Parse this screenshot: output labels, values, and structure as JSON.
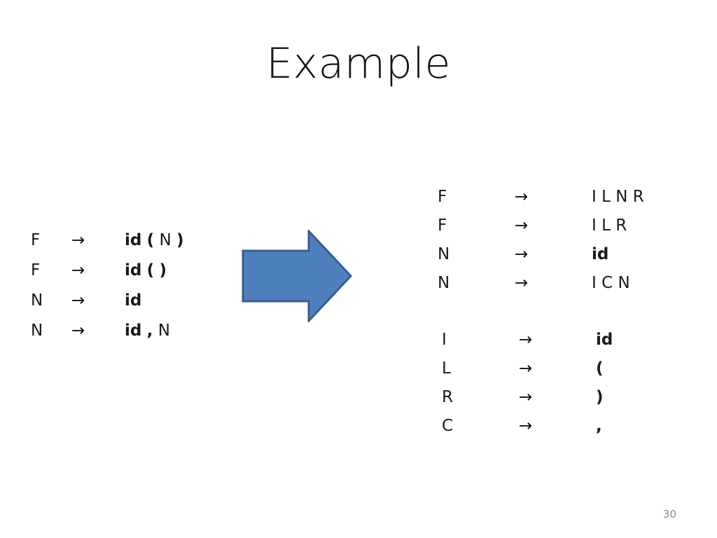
{
  "slide": {
    "title": "Example",
    "page_number": "30",
    "arrow_icon": "right-arrow-icon",
    "colors": {
      "arrow_fill": "#4E80BD",
      "arrow_stroke": "#385D8A",
      "title_text": "#141414",
      "body_text": "#1A1A1A",
      "page_number_text": "#8A8A8A",
      "background": "#FFFFFF"
    }
  },
  "left_grammar": {
    "name": "original-grammar",
    "arrow_symbol": "→",
    "rules": [
      {
        "lhs": "F",
        "arrow": "→",
        "rhs": "id ( N )",
        "tokens": [
          {
            "text": "id",
            "bold": true
          },
          {
            "text": " ",
            "bold": false
          },
          {
            "text": "(",
            "bold": true
          },
          {
            "text": " ",
            "bold": false
          },
          {
            "text": "N",
            "bold": false
          },
          {
            "text": " ",
            "bold": false
          },
          {
            "text": ")",
            "bold": true
          }
        ]
      },
      {
        "lhs": "F",
        "arrow": "→",
        "rhs": "id ( )",
        "tokens": [
          {
            "text": "id",
            "bold": true
          },
          {
            "text": " ",
            "bold": false
          },
          {
            "text": "(",
            "bold": true
          },
          {
            "text": " ",
            "bold": false
          },
          {
            "text": ")",
            "bold": true
          }
        ]
      },
      {
        "lhs": "N",
        "arrow": "→",
        "rhs": "id",
        "tokens": [
          {
            "text": "id",
            "bold": true
          }
        ]
      },
      {
        "lhs": "N",
        "arrow": "→",
        "rhs": "id , N",
        "tokens": [
          {
            "text": "id",
            "bold": true
          },
          {
            "text": " ",
            "bold": false
          },
          {
            "text": ",",
            "bold": true
          },
          {
            "text": " ",
            "bold": false
          },
          {
            "text": "N",
            "bold": false
          }
        ]
      }
    ]
  },
  "right_grammar_top": {
    "name": "transformed-grammar-nonterminals",
    "rules": [
      {
        "lhs": "F",
        "arrow": "→",
        "rhs": "I L N R",
        "tokens": [
          {
            "text": "I L N R",
            "bold": false
          }
        ]
      },
      {
        "lhs": "F",
        "arrow": "→",
        "rhs": "I L R",
        "tokens": [
          {
            "text": "I L R",
            "bold": false
          }
        ]
      },
      {
        "lhs": "N",
        "arrow": "→",
        "rhs": "id",
        "tokens": [
          {
            "text": "id",
            "bold": true
          }
        ]
      },
      {
        "lhs": "N",
        "arrow": "→",
        "rhs": "I C N",
        "tokens": [
          {
            "text": "I C N",
            "bold": false
          }
        ]
      }
    ]
  },
  "right_grammar_bottom": {
    "name": "transformed-grammar-terminals",
    "rules": [
      {
        "lhs": "I",
        "arrow": "→",
        "rhs": "id",
        "tokens": [
          {
            "text": "id",
            "bold": true
          }
        ]
      },
      {
        "lhs": "L",
        "arrow": "→",
        "rhs": "(",
        "tokens": [
          {
            "text": "(",
            "bold": true
          }
        ]
      },
      {
        "lhs": "R",
        "arrow": "→",
        "rhs": ")",
        "tokens": [
          {
            "text": ")",
            "bold": true
          }
        ]
      },
      {
        "lhs": "C",
        "arrow": "→",
        "rhs": ",",
        "tokens": [
          {
            "text": ",",
            "bold": true
          }
        ]
      }
    ]
  }
}
